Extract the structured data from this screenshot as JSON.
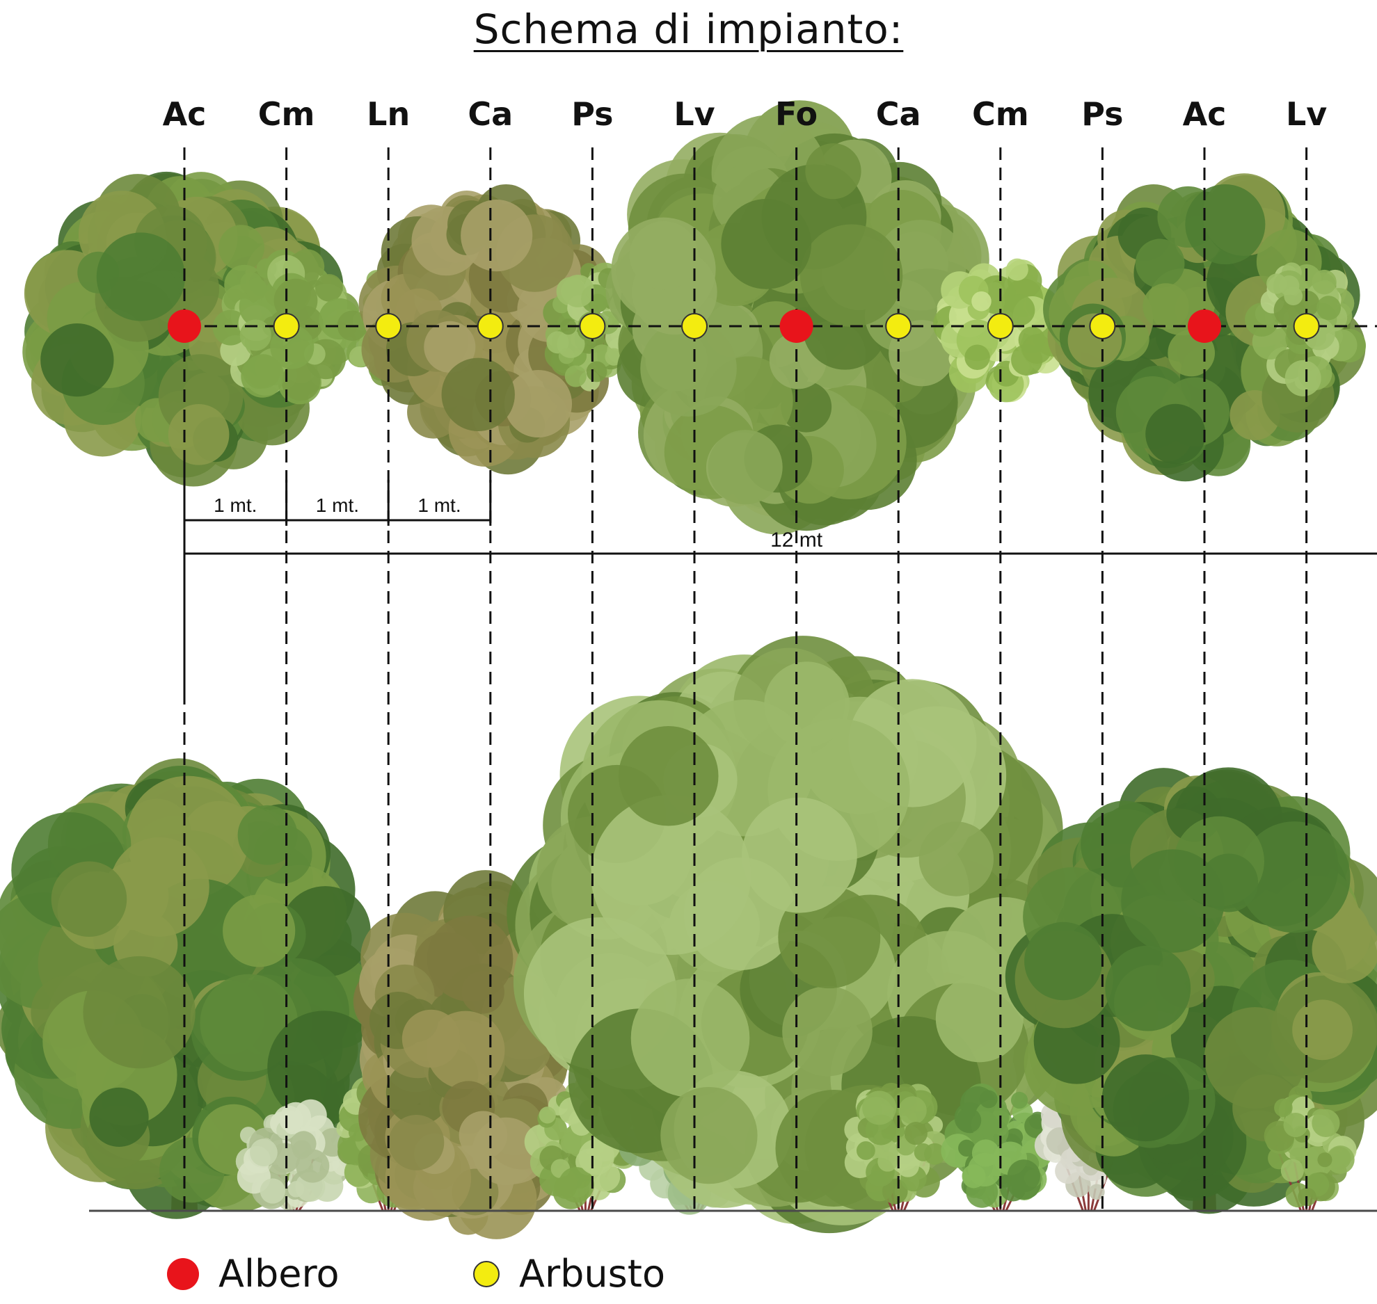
{
  "title": "Schema di impianto:",
  "species": [
    "Ac",
    "Cm",
    "Ln",
    "Ca",
    "Ps",
    "Lv",
    "Fo",
    "Ca",
    "Cm",
    "Ps",
    "Ac",
    "Lv"
  ],
  "plant_types": [
    "albero",
    "arbusto",
    "arbusto",
    "arbusto",
    "arbusto",
    "arbusto",
    "albero",
    "arbusto",
    "arbusto",
    "arbusto",
    "albero",
    "arbusto"
  ],
  "dimensions": {
    "spacing_label": "1 mt.",
    "total_label": "12 mt"
  },
  "legend": {
    "tree_label": "Albero",
    "shrub_label": "Arbusto"
  },
  "colors": {
    "tree_marker": "#e8141b",
    "shrub_marker": "#f3ec10",
    "foliage_dark": "#4f7d33",
    "foliage_mid": "#7a9c45",
    "foliage_light": "#9fbf6a",
    "trunk": "#7a4a35"
  }
}
